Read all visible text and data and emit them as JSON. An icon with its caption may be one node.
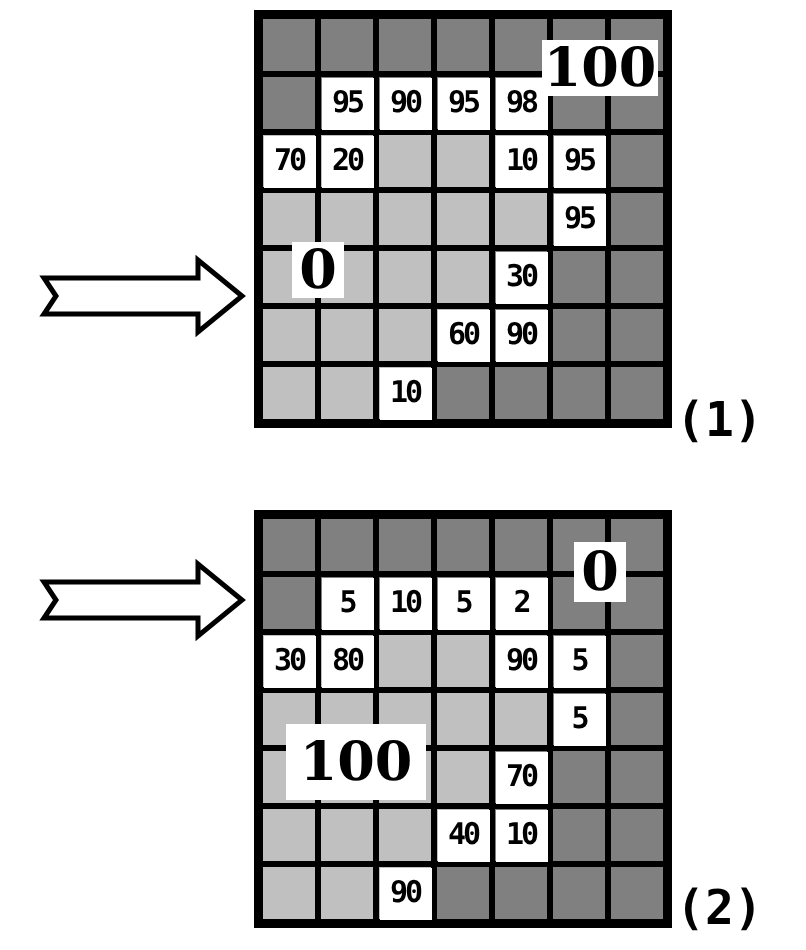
{
  "diagram": {
    "nodes": [
      {
        "text": [],
        "shape": "box"
      },
      {
        "text": [
          "100"
        ],
        "in": 0
      },
      {
        "text": [
          "95"
        ],
        "in": 0
      },
      {
        "text": [
          "90"
        ],
        "in": 0
      },
      {
        "text": [
          "95"
        ],
        "in": 0
      },
      {
        "text": [
          "98"
        ],
        "in": 0
      },
      {
        "text": [
          "70"
        ],
        "in": 0
      },
      {
        "text": [
          "20"
        ],
        "in": 0
      },
      {
        "text": [
          "10"
        ],
        "in": 0
      },
      {
        "text": [
          "95"
        ],
        "in": 0
      },
      {
        "text": [
          "95"
        ],
        "in": 0
      },
      {
        "text": [
          "0"
        ],
        "in": 0
      },
      {
        "text": [
          "30"
        ],
        "in": 0
      },
      {
        "text": [
          "60"
        ],
        "in": 0
      },
      {
        "text": [
          "90"
        ],
        "in": 0
      },
      {
        "text": [
          "10"
        ],
        "in": 0
      },
      {
        "text": [],
        "shape": "box"
      },
      {
        "text": [
          "0"
        ],
        "in": 16
      },
      {
        "text": [
          "5"
        ],
        "in": 16
      },
      {
        "text": [
          "10"
        ],
        "in": 16
      },
      {
        "text": [
          "5"
        ],
        "in": 16
      },
      {
        "text": [
          "2"
        ],
        "in": 16
      },
      {
        "text": [
          "30"
        ],
        "in": 16
      },
      {
        "text": [
          "80"
        ],
        "in": 16
      },
      {
        "text": [
          "90"
        ],
        "in": 16
      },
      {
        "text": [
          "5"
        ],
        "in": 16
      },
      {
        "text": [
          "5"
        ],
        "in": 16
      },
      {
        "text": [
          "100"
        ],
        "in": 16
      },
      {
        "text": [
          "70"
        ],
        "in": 16
      },
      {
        "text": [
          "40"
        ],
        "in": 16
      },
      {
        "text": [
          "10"
        ],
        "in": 16
      },
      {
        "text": [
          "90"
        ],
        "in": 16
      }
    ],
    "edges": [
      {
        "from": null,
        "to": 0,
        "arrow": "to"
      },
      {
        "from": null,
        "to": 16,
        "arrow": "to"
      }
    ],
    "labels": [
      "(1)",
      "(2)"
    ]
  }
}
